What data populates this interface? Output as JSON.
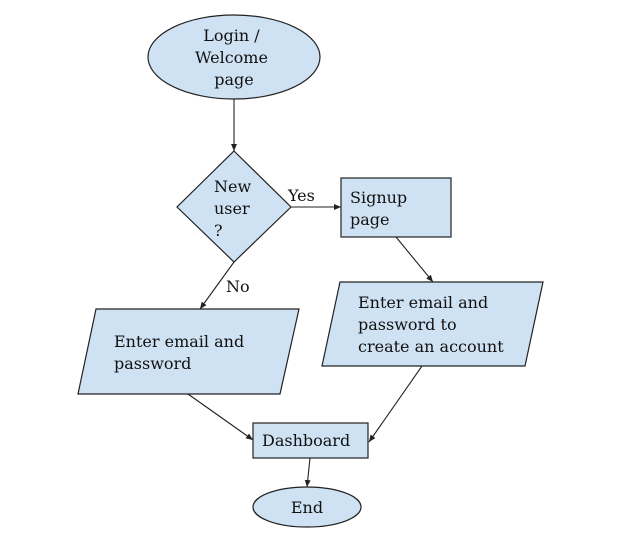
{
  "diagram": {
    "colors": {
      "node_fill": "#cfe2f3",
      "stroke": "#222222",
      "text": "#111111"
    },
    "nodes": {
      "login": {
        "lines": [
          "Login /",
          "Welcome",
          "page"
        ]
      },
      "new_user": {
        "lines": [
          "New",
          "user",
          "?"
        ]
      },
      "signup": {
        "lines": [
          "Signup",
          "page"
        ]
      },
      "enter_login": {
        "lines": [
          "Enter email and",
          "password"
        ]
      },
      "enter_create": {
        "lines": [
          "Enter email and",
          "password to",
          "create an account"
        ]
      },
      "dashboard": {
        "lines": [
          "Dashboard"
        ]
      },
      "end": {
        "lines": [
          "End"
        ]
      }
    },
    "edge_labels": {
      "yes": "Yes",
      "no": "No"
    }
  }
}
